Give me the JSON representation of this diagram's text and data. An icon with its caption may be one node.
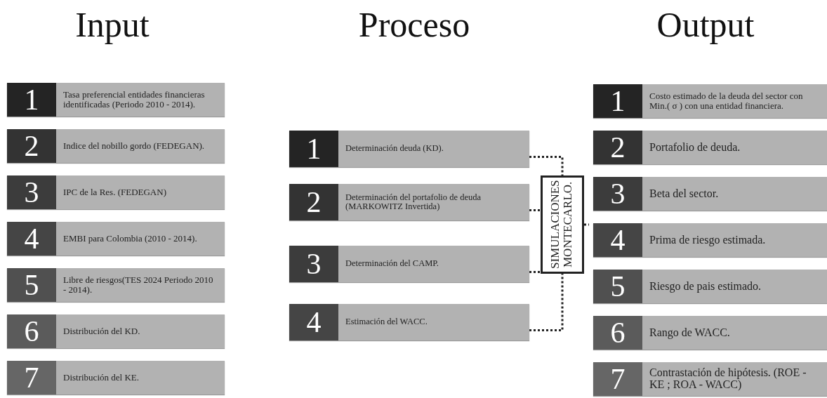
{
  "diagram": {
    "nodes": [
      {
        "text": [
          "1",
          "Tasa preferencial entidades financieras identificadas (Periodo 2010 - 2014)."
        ]
      },
      {
        "text": [
          "2",
          "Indice del nobillo gordo (FEDEGAN)."
        ]
      },
      {
        "text": [
          "3",
          "IPC de la Res. (FEDEGAN)"
        ]
      },
      {
        "text": [
          "4",
          "EMBI para Colombia (2010 - 2014)."
        ]
      },
      {
        "text": [
          "5",
          "Libre de riesgos(TES 2024 Periodo 2010 - 2014)."
        ]
      },
      {
        "text": [
          "6",
          "Distribución del KD."
        ]
      },
      {
        "text": [
          "7",
          "Distribución del KE."
        ]
      },
      {
        "text": [
          "1",
          "Determinación deuda (KD)."
        ]
      },
      {
        "text": [
          "2",
          "Determinación del portafolio de deuda (MARKOWITZ Invertida)"
        ]
      },
      {
        "text": [
          "3",
          "Determinación del CAMP."
        ]
      },
      {
        "text": [
          "4",
          "Estimación del WACC."
        ]
      },
      {
        "text": [
          "SIMULACIONES MONTECARLO."
        ]
      },
      {
        "text": [
          "1",
          "Costo estimado de la deuda del sector con Min.( σ ) con una entidad financiera."
        ]
      },
      {
        "text": [
          "2",
          "Portafolio de deuda."
        ]
      },
      {
        "text": [
          "3",
          "Beta del sector."
        ]
      },
      {
        "text": [
          "4",
          "Prima de riesgo estimada."
        ]
      },
      {
        "text": [
          "5",
          "Riesgo de pais estimado."
        ]
      },
      {
        "text": [
          "6",
          "Rango de WACC."
        ]
      },
      {
        "text": [
          "7",
          "Contrastación de hipótesis. (ROE - KE ; ROA - WACC)"
        ]
      }
    ],
    "edges": [
      {
        "from": 7,
        "to": 11,
        "arrow": "none",
        "style": "dashed"
      },
      {
        "from": 8,
        "to": 11,
        "arrow": "none",
        "style": "dashed"
      },
      {
        "from": 9,
        "to": 11,
        "arrow": "none",
        "style": "dashed"
      },
      {
        "from": 10,
        "to": 11,
        "arrow": "none",
        "style": "dashed"
      },
      {
        "from": 11,
        "to": null,
        "arrow": "none",
        "style": "dashed"
      }
    ],
    "labels": [
      "Input",
      "Proceso",
      "Output"
    ]
  }
}
